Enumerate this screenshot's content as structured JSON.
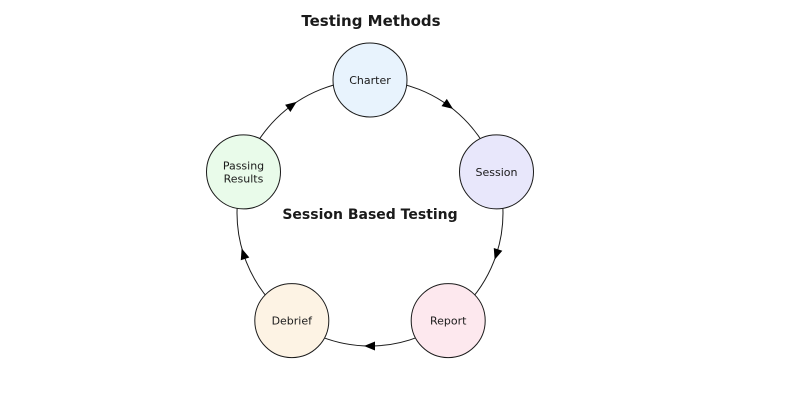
{
  "diagram": {
    "title": "Testing Methods",
    "center_label": "Session Based Testing",
    "stages": [
      {
        "lines": [
          "Charter"
        ],
        "color": "#e8f3fd"
      },
      {
        "lines": [
          "Session"
        ],
        "color": "#e8e7fb"
      },
      {
        "lines": [
          "Report"
        ],
        "color": "#fde8ee"
      },
      {
        "lines": [
          "Debrief"
        ],
        "color": "#fdf3e4"
      },
      {
        "lines": [
          "Passing",
          "Results"
        ],
        "color": "#e9fbea"
      }
    ],
    "arrows": 5,
    "direction": "clockwise"
  }
}
